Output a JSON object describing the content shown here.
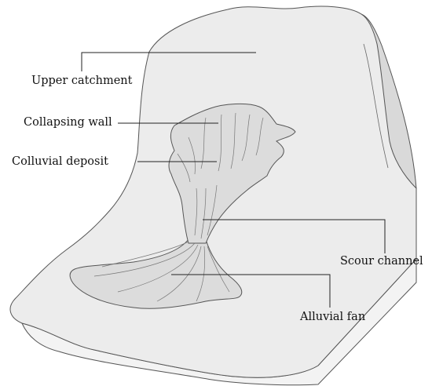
{
  "labels": {
    "upper_catchment": "Upper catchment",
    "collapsing_wall": "Collapsing wall",
    "colluvial_deposit": "Colluvial deposit",
    "scour_channel": "Scour channel",
    "alluvial_fan": "Alluvial fan"
  },
  "colors": {
    "top_surface": "#ececec",
    "side_face": "#d9d9d9",
    "front_face": "#f3f3f3",
    "erosion_fill": "#dcdcdc",
    "outline": "#555555",
    "leader_line": "#222222",
    "text": "#111111"
  }
}
